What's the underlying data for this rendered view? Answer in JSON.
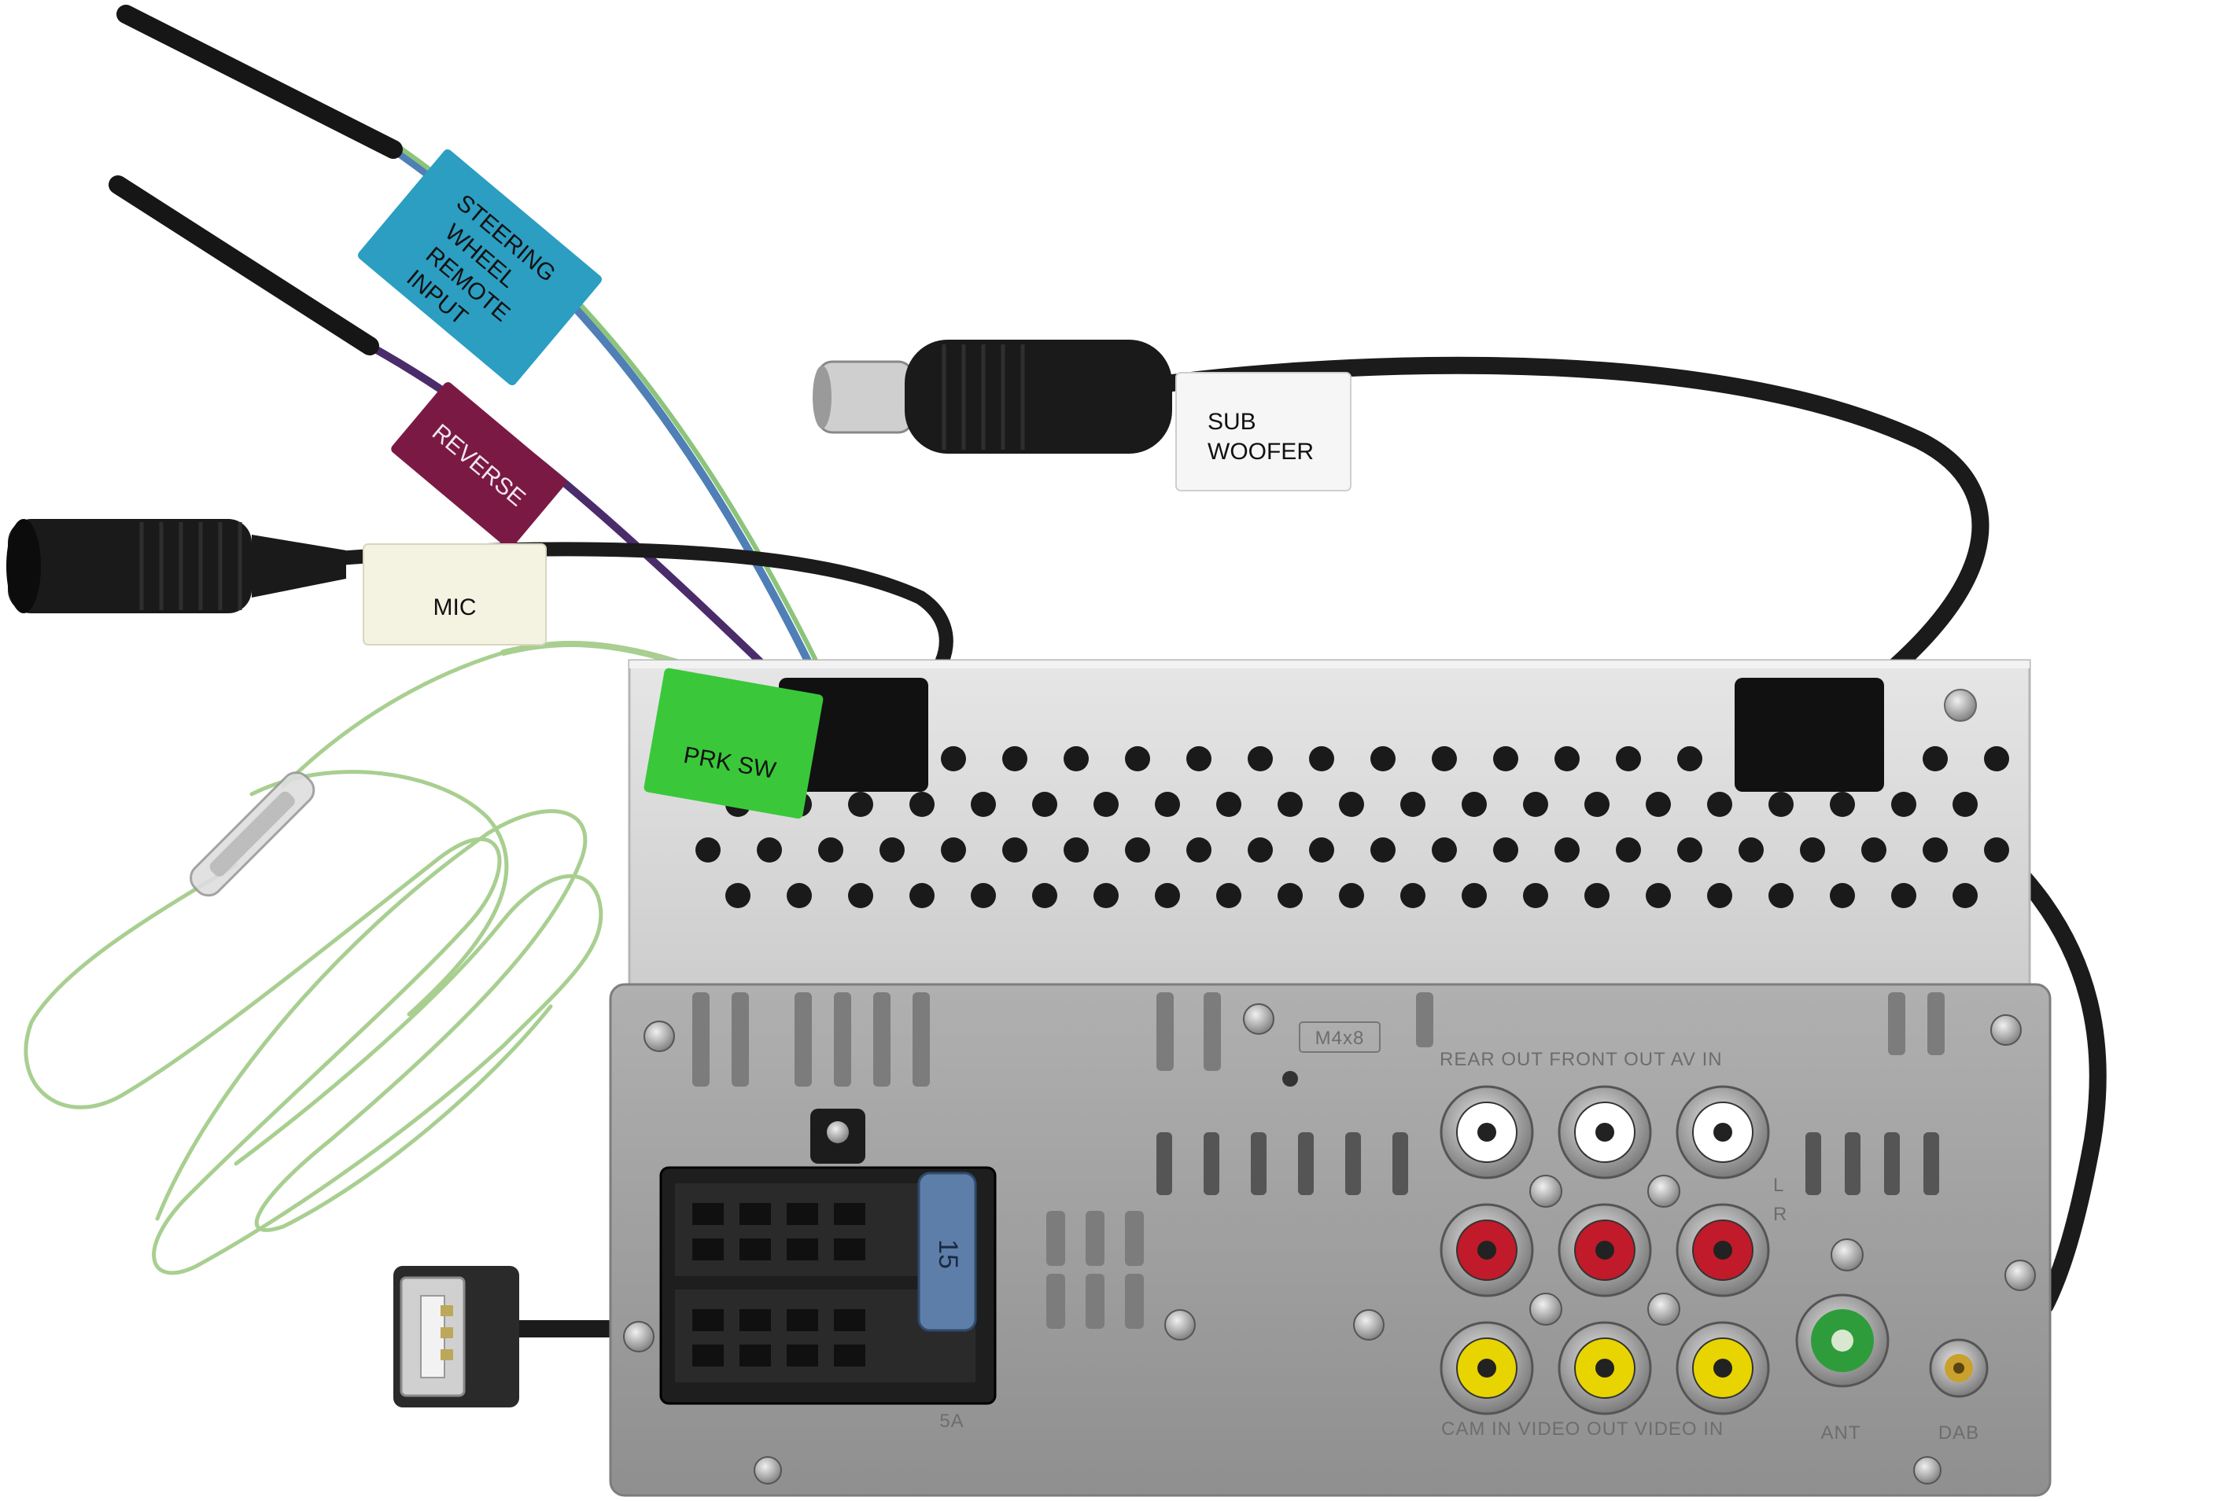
{
  "labels": {
    "steering_line1": "STEERING",
    "steering_line2": "WHEEL",
    "steering_line3": "REMOTE",
    "steering_line4": "INPUT",
    "reverse": "REVERSE",
    "mic": "MIC",
    "prk_sw": "PRK  SW",
    "sub_line1": "SUB",
    "sub_line2": "WOOFER"
  },
  "panel_markings": {
    "model": "M4x8",
    "rca_header": "REAR OUT FRONT OUT AV IN",
    "lr_l": "L",
    "lr_r": "R",
    "bottom_row": "CAM IN  VIDEO OUT  VIDEO IN",
    "ant": "ANT",
    "dab": "DAB",
    "fuse_amp": "5A",
    "fuse_value": "15"
  },
  "colors": {
    "steering_tag": "#2b9ec2",
    "reverse_tag": "#7a1a44",
    "prk_tag": "#3ac83a",
    "mic_tag": "#f4f3e2",
    "sub_tag": "#f6f6f6",
    "green_wire": "#a8cf90",
    "rca_red": "#c11a2a",
    "rca_yellow": "#e8d400",
    "rca_white": "#ffffff",
    "panel": "#a2a2a2",
    "chassis": "#d8d8d8",
    "fuse": "#5d7ea8"
  }
}
